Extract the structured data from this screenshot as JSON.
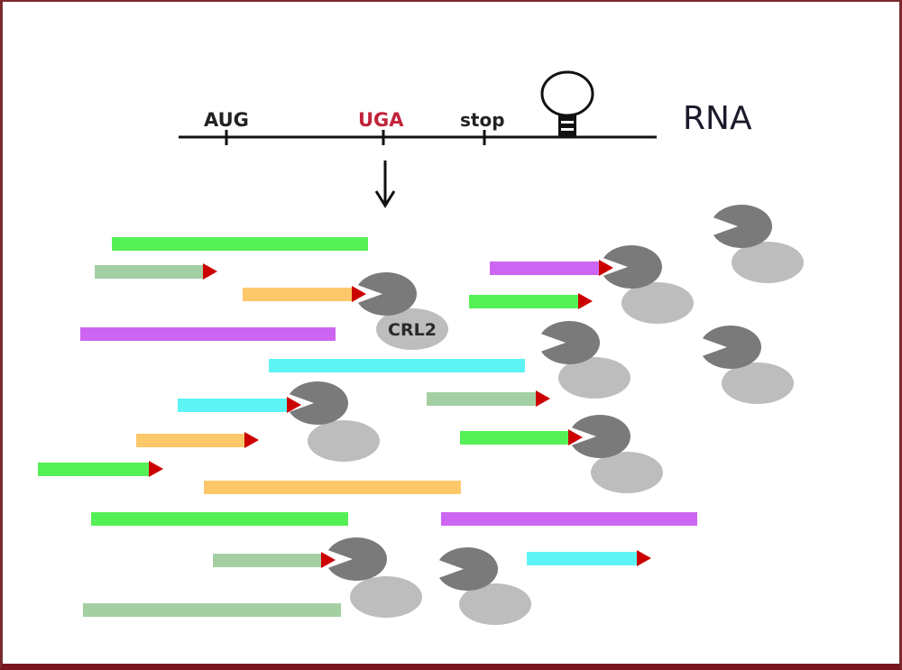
{
  "title": "RNA",
  "colors": {
    "green": "#55f055",
    "sage": "#a3cfa3",
    "orange": "#fdc86a",
    "purple": "#cc66f2",
    "cyan": "#5ef4f6",
    "stop_marker": "#cc0000",
    "ribosome_large": "#7a7a7a",
    "ribosome_small": "#bdbdbd",
    "uga_label": "#c0243a",
    "line": "#111111"
  },
  "rna_sites": [
    {
      "label": "AUG",
      "color": "#222222"
    },
    {
      "label": "UGA",
      "color": "#c0243a"
    },
    {
      "label": "stop",
      "color": "#222222"
    }
  ],
  "complex_label": "CRL2",
  "peptides": [
    {
      "name": "full-length",
      "color": "green",
      "stalled": false
    },
    {
      "name": "truncated",
      "color": "sage",
      "stalled": true
    },
    {
      "name": "truncated",
      "color": "orange",
      "stalled": true
    },
    {
      "name": "full-length",
      "color": "purple",
      "stalled": false
    },
    {
      "name": "full-length",
      "color": "cyan",
      "stalled": false
    },
    {
      "name": "truncated",
      "color": "cyan",
      "stalled": true
    },
    {
      "name": "truncated",
      "color": "sage",
      "stalled": true
    },
    {
      "name": "truncated",
      "color": "orange",
      "stalled": true
    },
    {
      "name": "truncated",
      "color": "green",
      "stalled": true
    },
    {
      "name": "full-length",
      "color": "orange",
      "stalled": false
    },
    {
      "name": "full-length",
      "color": "green",
      "stalled": false
    },
    {
      "name": "full-length",
      "color": "purple",
      "stalled": false
    },
    {
      "name": "truncated",
      "color": "sage",
      "stalled": true
    },
    {
      "name": "full-length",
      "color": "sage",
      "stalled": false
    },
    {
      "name": "truncated",
      "color": "purple",
      "stalled": true
    },
    {
      "name": "truncated",
      "color": "green",
      "stalled": true
    },
    {
      "name": "truncated",
      "color": "green",
      "stalled": true
    },
    {
      "name": "truncated",
      "color": "cyan",
      "stalled": true
    }
  ],
  "ribosome_count": 9
}
